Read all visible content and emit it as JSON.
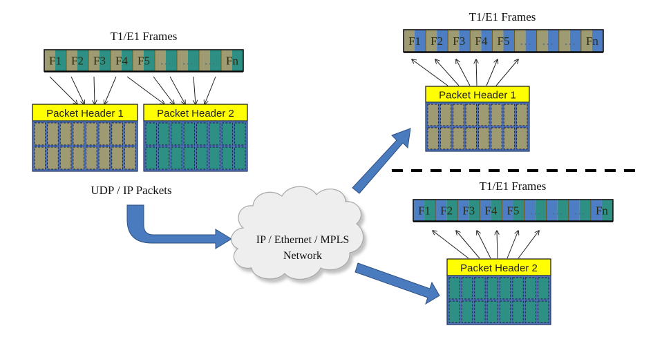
{
  "colors": {
    "olive": "#9e9a72",
    "teal": "#2e9085",
    "blue": "#4d7ec4",
    "header_yellow": "#ffff00",
    "arrow_blue": "#4a7bbf",
    "cloud_fill": "#eeeeee",
    "frame_border": "#111111"
  },
  "left": {
    "frames_title": "T1/E1 Frames",
    "frames": [
      "F1",
      "F2",
      "F3",
      "F4",
      "F5",
      "…",
      "…",
      "…",
      "Fn"
    ],
    "scheme": [
      "olive",
      "teal"
    ],
    "packets": [
      {
        "header": "Packet Header 1",
        "fill": "olive"
      },
      {
        "header": "Packet Header 2",
        "fill": "teal"
      }
    ],
    "caption": "UDP / IP Packets"
  },
  "network": {
    "line1": "IP / Ethernet / MPLS",
    "line2": "Network"
  },
  "right_top": {
    "frames_title": "T1/E1 Frames",
    "frames": [
      "F1",
      "F2",
      "F3",
      "F4",
      "F5",
      "…",
      "…",
      "…",
      "Fn"
    ],
    "scheme": [
      "olive",
      "blue"
    ],
    "packet": {
      "header": "Packet Header 1",
      "fill": "olive"
    }
  },
  "right_bottom": {
    "frames_title": "T1/E1 Frames",
    "frames": [
      "F1",
      "F2",
      "F3",
      "F4",
      "F5",
      "…",
      "…",
      "…",
      "Fn"
    ],
    "scheme": [
      "blue",
      "teal"
    ],
    "packet": {
      "header": "Packet Header 2",
      "fill": "teal"
    }
  }
}
